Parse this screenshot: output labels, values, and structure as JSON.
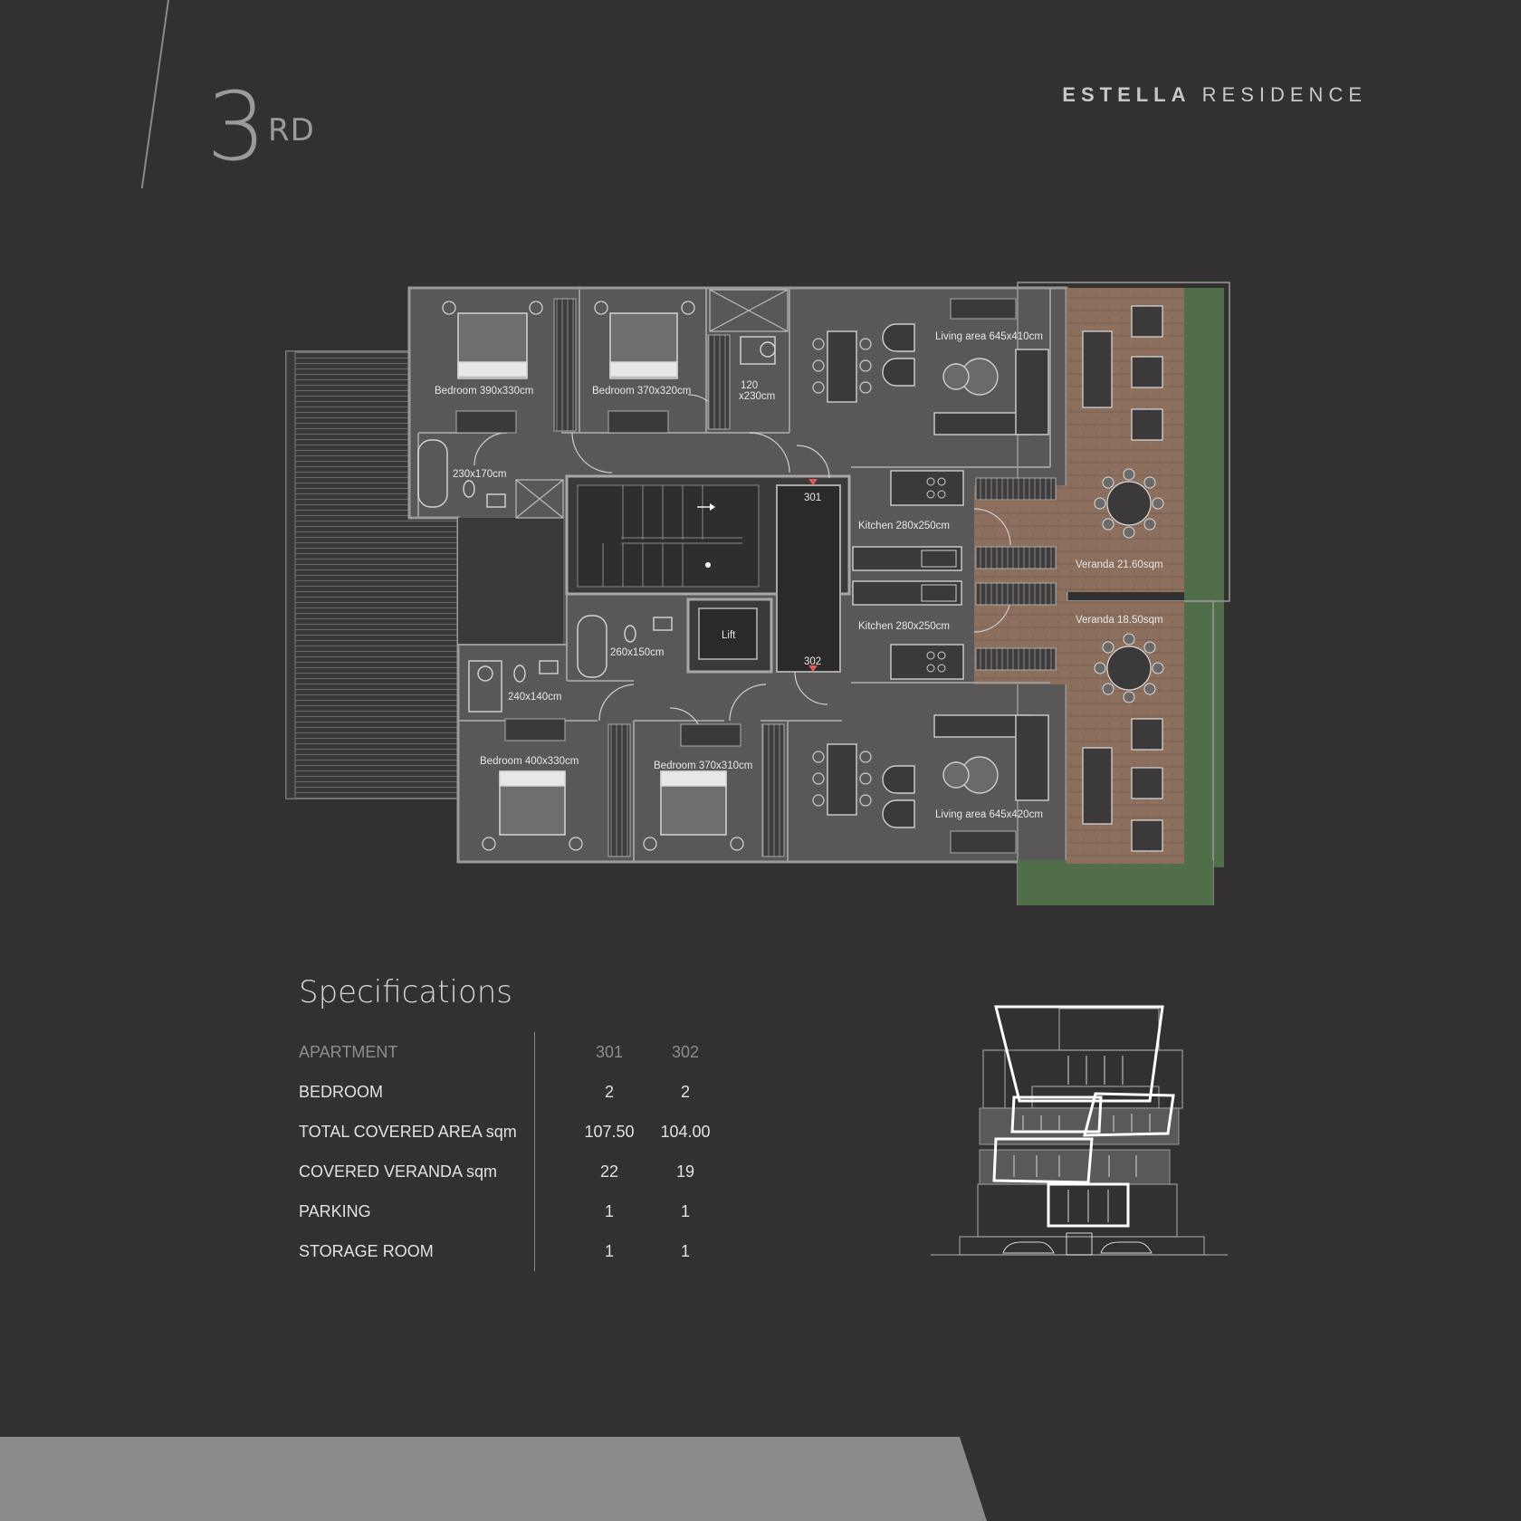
{
  "header": {
    "floor_number": "3",
    "floor_suffix": "RD",
    "brand_bold": "ESTELLA",
    "brand_light": "RESIDENCE"
  },
  "plan": {
    "rooms": {
      "bedroom_1": "Bedroom 390x330cm",
      "bedroom_2": "Bedroom 370x320cm",
      "bath_1": "230x170cm",
      "wc_1a": "120",
      "wc_1b": "x230cm",
      "living_301": "Living area 645x410cm",
      "kitchen_301": "Kitchen 280x250cm",
      "veranda_301": "Veranda 21.60sqm",
      "apt_301": "301",
      "lift": "Lift",
      "apt_302": "302",
      "bath_2": "260x150cm",
      "bath_3": "240x140cm",
      "kitchen_302": "Kitchen 280x250cm",
      "veranda_302": "Veranda 18.50sqm",
      "bedroom_3": "Bedroom 400x330cm",
      "bedroom_4": "Bedroom 370x310cm",
      "living_302": "Living area 645x420cm"
    }
  },
  "specs": {
    "title": "Specifications",
    "header": {
      "label": "APARTMENT",
      "a": "301",
      "b": "302"
    },
    "rows": [
      {
        "label": "BEDROOM",
        "a": "2",
        "b": "2"
      },
      {
        "label": "TOTAL COVERED AREA sqm",
        "a": "107.50",
        "b": "104.00"
      },
      {
        "label": "COVERED VERANDA sqm",
        "a": "22",
        "b": "19"
      },
      {
        "label": "PARKING",
        "a": "1",
        "b": "1"
      },
      {
        "label": "STORAGE ROOM",
        "a": "1",
        "b": "1"
      }
    ]
  },
  "colors": {
    "background": "#323030",
    "floor": "#5a5858",
    "wood": "#8a6d5b",
    "garden": "#4f6e49",
    "footer": "#8b8b8d"
  }
}
